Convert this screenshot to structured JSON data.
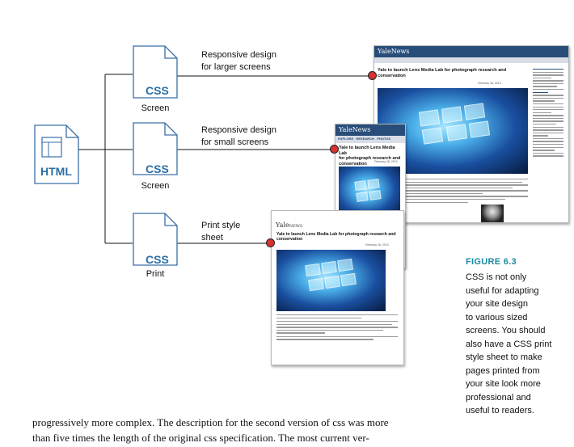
{
  "diagram": {
    "html_file": {
      "label": "HTML",
      "icon": "html-document-icon"
    },
    "css_files": [
      {
        "label": "CSS",
        "caption": "Screen",
        "description_lines": [
          "Responsive design",
          "for larger screens"
        ]
      },
      {
        "label": "CSS",
        "caption": "Screen",
        "description_lines": [
          "Responsive design",
          "for small screens"
        ]
      },
      {
        "label": "CSS",
        "caption": "Print",
        "description_lines": [
          "Print style",
          "sheet"
        ]
      }
    ],
    "screenshots": {
      "large": {
        "brand": "YaleNews",
        "headline": [
          "Yale to launch Lens Media Lab for photograph research and",
          "conservation"
        ],
        "date": "February 18, 2013"
      },
      "small": {
        "brand": "YaleNews",
        "nav": [
          "EXPLORE",
          "RESEARCH",
          "PHOTOS"
        ],
        "headline": [
          "Yale to launch Lens Media Lab",
          "for photograph research and",
          "conservation"
        ],
        "date": "February 18, 2013"
      },
      "print": {
        "brand_main": "Yale",
        "brand_small": "NEWS",
        "headline": [
          "Yale to launch Lens Media Lab for photograph research and",
          "conservation"
        ],
        "date": "February 18, 2013"
      }
    },
    "colors": {
      "css_label": "#2a6fa8",
      "connector_dot": "#d63232",
      "figure_title": "#1a8aa0",
      "yale_blue": "#284d79"
    }
  },
  "figure": {
    "title": "FIGURE 6.3",
    "caption_lines": [
      "CSS is not only",
      "useful for adapting",
      "your site design",
      "to various sized",
      "screens. You should",
      "also have a CSS print",
      "style sheet to make",
      "pages printed from",
      "your site look more",
      "professional and",
      "useful to readers."
    ]
  },
  "body_text": {
    "lines": [
      "progressively more complex. The description for the second version of css was more",
      "than five times the length of the original css specification. The most current ver-"
    ]
  }
}
